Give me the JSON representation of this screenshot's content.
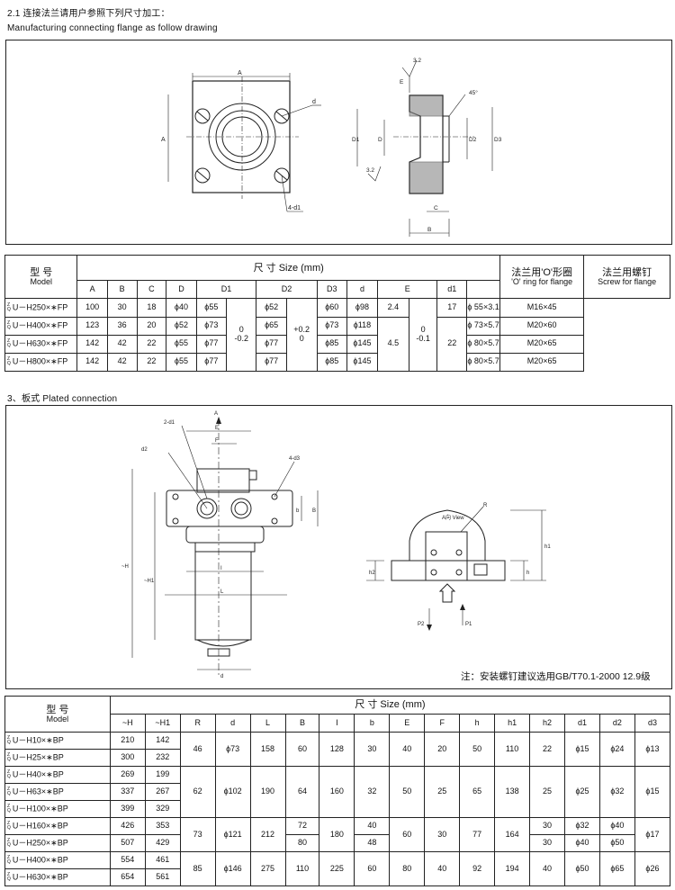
{
  "section1": {
    "title_cn": "2.1 连接法兰请用户参照下列尺寸加工：",
    "title_en": "Manufacturing connecting flange as follow drawing"
  },
  "drawing1": {
    "labels": {
      "A": "A",
      "d": "d",
      "four_d1": "4-d1",
      "E": "E",
      "angle": "45°",
      "rough1": "3.2",
      "rough2": "3.2",
      "D1": "D1",
      "D": "D",
      "D2": "D2",
      "D3": "D3",
      "C": "C",
      "B": "B"
    }
  },
  "table1": {
    "model_cn": "型 号",
    "model_en": "Model",
    "size_header": "尺  寸 Size (mm)",
    "oring_cn": "法兰用'O'形圈",
    "oring_en": "'O' ring for flange",
    "screw_cn": "法兰用螺钉",
    "screw_en": "Screw for flange",
    "cols": [
      "A",
      "B",
      "C",
      "D",
      "D1",
      "D2",
      "D3",
      "d",
      "E",
      "d1"
    ],
    "prefix": "Z\nQ",
    "rows": [
      {
        "model": "U－H250×∗FP",
        "A": "100",
        "B": "30",
        "C": "18",
        "D": "ϕ40",
        "D1": "ϕ55",
        "D2": "ϕ52",
        "D3": "ϕ60",
        "d": "ϕ98",
        "E": "2.4",
        "d1": "17",
        "oring": "ϕ 55×3.1",
        "screw": "M16×45"
      },
      {
        "model": "U－H400×∗FP",
        "A": "123",
        "B": "36",
        "C": "20",
        "D": "ϕ52",
        "D1": "ϕ73",
        "D2": "ϕ65",
        "D3": "ϕ73",
        "d": "ϕ118",
        "oring": "ϕ 73×5.7",
        "screw": "M20×60"
      },
      {
        "model": "U－H630×∗FP",
        "A": "142",
        "B": "42",
        "C": "22",
        "D": "ϕ55",
        "D1": "ϕ77",
        "D2": "ϕ77",
        "D3": "ϕ85",
        "d": "ϕ145",
        "oring": "ϕ 80×5.7",
        "screw": "M20×65"
      },
      {
        "model": "U－H800×∗FP",
        "A": "142",
        "B": "42",
        "C": "22",
        "D": "ϕ55",
        "D1": "ϕ77",
        "D2": "ϕ77",
        "D3": "ϕ85",
        "d": "ϕ145",
        "oring": "ϕ 80×5.7",
        "screw": "M20×65"
      }
    ],
    "merged": {
      "D1_tol_a": "0",
      "D1_tol_b": "-0.2",
      "D2_tol_a": "+0.2",
      "D2_tol_b": "0",
      "E_val": "4.5",
      "E_tol_a": "0",
      "E_tol_b": "-0.1",
      "d1_val": "22"
    }
  },
  "section3": {
    "title": "3、板式  Plated connection"
  },
  "drawing2": {
    "labels": {
      "A": "A",
      "two_d1": "2-d1",
      "E": "E",
      "F": "F",
      "d2": "d2",
      "four_d3": "4-d3",
      "b": "b",
      "B": "B",
      "H": "~H",
      "H1": "~H1",
      "I": "I",
      "L": "L",
      "d": "d",
      "R": "R",
      "view": "A向 View",
      "h1": "h1",
      "h2": "h2",
      "h": "h",
      "P2": "P2",
      "P1": "P1"
    },
    "note": "注：安装螺钉建议选用GB/T70.1-2000  12.9级"
  },
  "table2": {
    "model_cn": "型 号",
    "model_en": "Model",
    "size_header": "尺  寸 Size (mm)",
    "cols": [
      "~H",
      "~H1",
      "R",
      "d",
      "L",
      "B",
      "I",
      "b",
      "E",
      "F",
      "h",
      "h1",
      "h2",
      "d1",
      "d2",
      "d3"
    ],
    "prefix": "Z\nQ",
    "models": [
      "U－H10×∗BP",
      "U－H25×∗BP",
      "U－H40×∗BP",
      "U－H63×∗BP",
      "U－H100×∗BP",
      "U－H160×∗BP",
      "U－H250×∗BP",
      "U－H400×∗BP",
      "U－H630×∗BP"
    ],
    "H": [
      "210",
      "300",
      "269",
      "337",
      "399",
      "426",
      "507",
      "554",
      "654"
    ],
    "H1": [
      "142",
      "232",
      "199",
      "267",
      "329",
      "353",
      "429",
      "461",
      "561"
    ],
    "g1": {
      "R": "46",
      "d": "ϕ73",
      "L": "158",
      "B": "60",
      "I": "128",
      "b": "30",
      "E": "40",
      "F": "20",
      "h": "50",
      "h1": "110",
      "h2": "22",
      "d1": "ϕ15",
      "d2": "ϕ24",
      "d3": "ϕ13"
    },
    "g2": {
      "R": "62",
      "d": "ϕ102",
      "L": "190",
      "B": "64",
      "I": "160",
      "b": "32",
      "E": "50",
      "F": "25",
      "h": "65",
      "h1": "138",
      "h2": "25",
      "d1": "ϕ25",
      "d2": "ϕ32",
      "d3": "ϕ15"
    },
    "g3": {
      "R": "73",
      "d": "ϕ121",
      "L": "212",
      "B_a": "72",
      "B_b": "80",
      "I": "180",
      "b_a": "40",
      "b_b": "48",
      "E": "60",
      "F": "30",
      "h": "77",
      "h1": "164",
      "h2_a": "30",
      "h2_b": "30",
      "d1_a": "ϕ32",
      "d1_b": "ϕ40",
      "d2_a": "ϕ40",
      "d2_b": "ϕ50",
      "d3": "ϕ17"
    },
    "g4": {
      "R": "85",
      "d": "ϕ146",
      "L": "275",
      "B": "110",
      "I": "225",
      "b": "60",
      "E": "80",
      "F": "40",
      "h": "92",
      "h1": "194",
      "h2": "40",
      "d1": "ϕ50",
      "d2": "ϕ65",
      "d3": "ϕ26"
    }
  }
}
